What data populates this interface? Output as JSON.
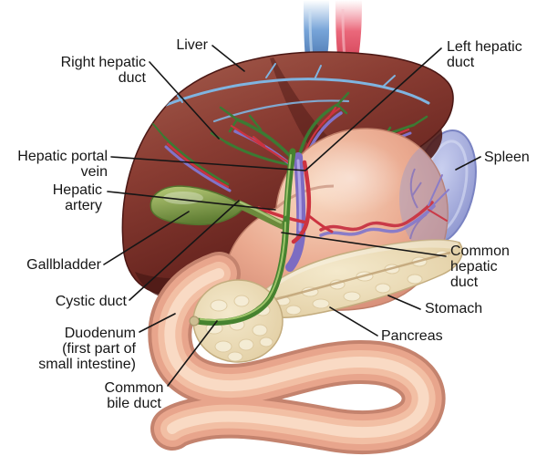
{
  "figure": {
    "labels": [
      {
        "id": "liver",
        "lines": [
          "Liver"
        ]
      },
      {
        "id": "right-hepatic-duct",
        "lines": [
          "Right hepatic",
          "duct"
        ]
      },
      {
        "id": "hepatic-portal-vein",
        "lines": [
          "Hepatic portal",
          "vein"
        ]
      },
      {
        "id": "hepatic-artery",
        "lines": [
          "Hepatic",
          "artery"
        ]
      },
      {
        "id": "gallbladder",
        "lines": [
          "Gallbladder"
        ]
      },
      {
        "id": "cystic-duct",
        "lines": [
          "Cystic duct"
        ]
      },
      {
        "id": "duodenum",
        "lines": [
          "Duodenum",
          "(first part of",
          "small intestine)"
        ]
      },
      {
        "id": "common-bile-duct",
        "lines": [
          "Common",
          "bile duct"
        ]
      },
      {
        "id": "left-hepatic-duct",
        "lines": [
          "Left hepatic",
          "duct"
        ]
      },
      {
        "id": "spleen",
        "lines": [
          "Spleen"
        ]
      },
      {
        "id": "common-hepatic-duct",
        "lines": [
          "Common",
          "hepatic",
          "duct"
        ]
      },
      {
        "id": "stomach",
        "lines": [
          "Stomach"
        ]
      },
      {
        "id": "pancreas",
        "lines": [
          "Pancreas"
        ]
      }
    ],
    "palette": {
      "background": "#ffffff",
      "label_text": "#161616",
      "leader_line": "#161616",
      "liver": "#84382f",
      "liver_dark": "#561d19",
      "stomach": "#eaa98f",
      "duodenum": "#e8a58c",
      "pancreas": "#ead9b5",
      "spleen": "#a9b1de",
      "gallbladder": "#8aa854",
      "bile_duct_green": "#46822f",
      "portal_vein_purple": "#7d6cc2",
      "artery_red": "#cc3340",
      "hepatic_vein_blue": "#7fb4e0",
      "ivc_blue": "#37609c",
      "aorta_red": "#c52f44"
    }
  }
}
